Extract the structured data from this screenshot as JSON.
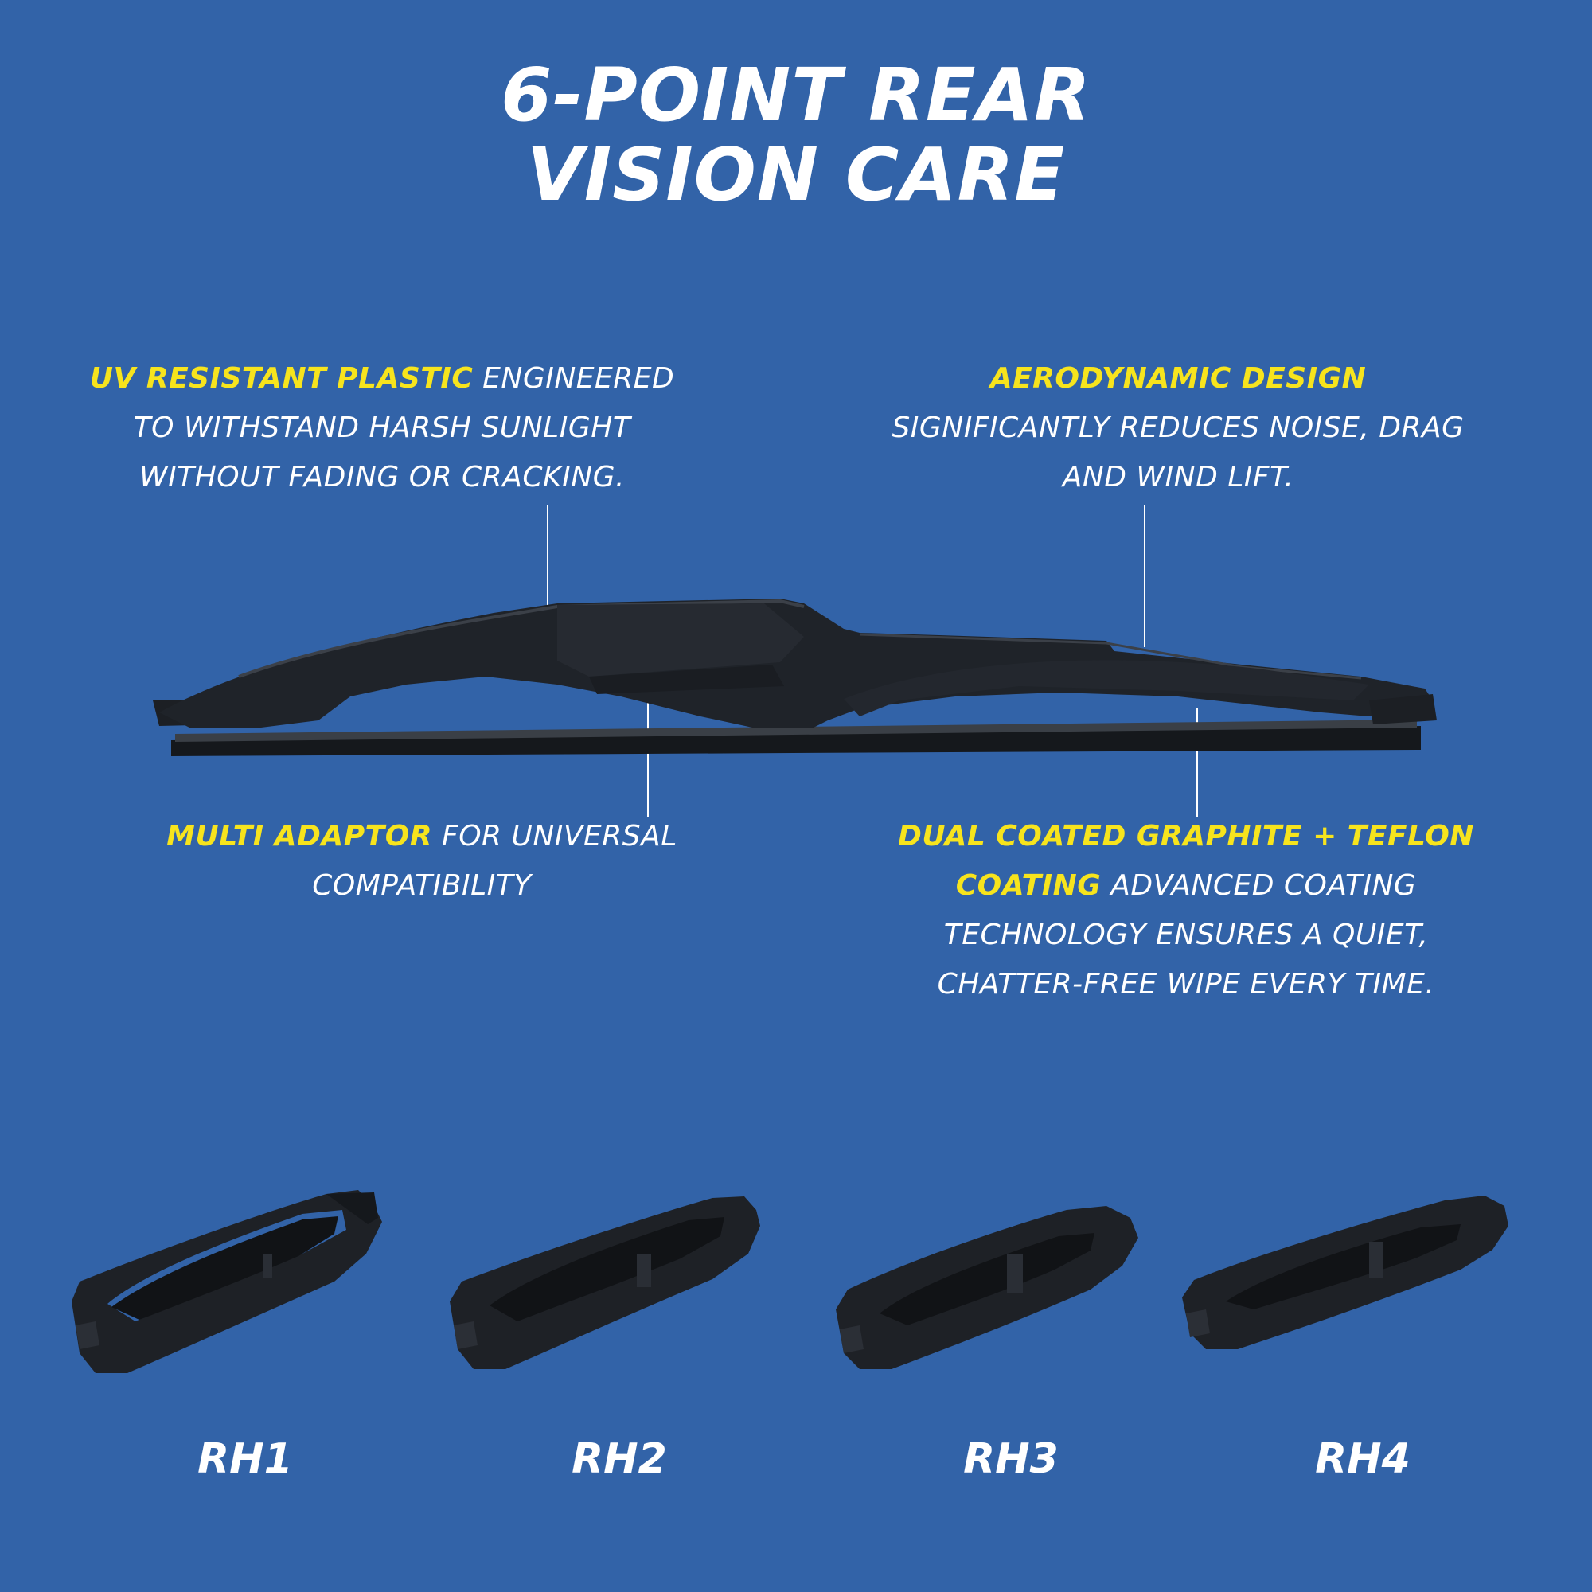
{
  "title": {
    "line1": "6-POINT REAR",
    "line2": "VISION CARE"
  },
  "callouts": {
    "uv": {
      "highlight": "UV RESISTANT PLASTIC",
      "line1_rest": " ENGINEERED",
      "line2": "TO WITHSTAND HARSH SUNLIGHT",
      "line3": "WITHOUT FADING OR CRACKING."
    },
    "aero": {
      "highlight": "AERODYNAMIC DESIGN",
      "line2": "SIGNIFICANTLY REDUCES NOISE, DRAG",
      "line3": "AND WIND LIFT."
    },
    "adaptor": {
      "highlight": "MULTI ADAPTOR",
      "line1_rest": " FOR UNIVERSAL",
      "line2": "COMPATIBILITY"
    },
    "coating": {
      "highlight_line1": "DUAL COATED GRAPHITE + TEFLON",
      "highlight_line2": "COATING",
      "line2_rest": " ADVANCED COATING",
      "line3": "TECHNOLOGY ENSURES A QUIET,",
      "line4": "CHATTER-FREE WIPE EVERY TIME."
    }
  },
  "adaptors": [
    {
      "label": "RH1"
    },
    {
      "label": "RH2"
    },
    {
      "label": "RH3"
    },
    {
      "label": "RH4"
    }
  ],
  "colors": {
    "background": "#3263a8",
    "highlight": "#f7e41d",
    "text": "#ffffff",
    "product": "#1f2329"
  }
}
